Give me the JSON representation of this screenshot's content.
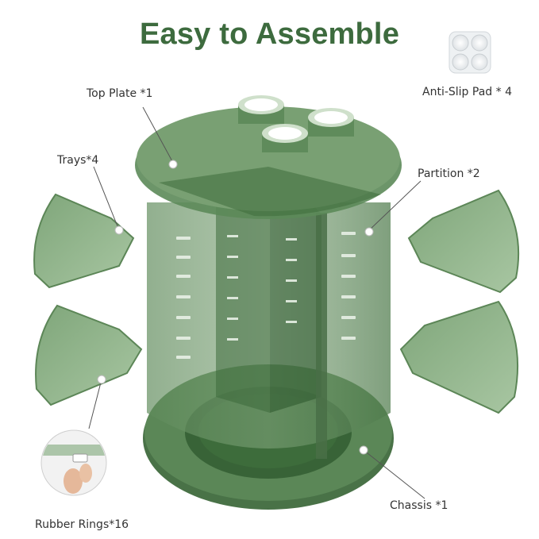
{
  "title": "Easy to Assemble",
  "labels": {
    "top_plate": "Top Plate *1",
    "trays": "Trays*4",
    "partition": "Partition *2",
    "anti_slip": "Anti-Slip Pad * 4",
    "chassis": "Chassis *1",
    "rubber_rings": "Rubber Rings*16"
  },
  "colors": {
    "title": "#3d6b3e",
    "acrylic": "#4f7a4c",
    "acrylic_dark": "#2f5330",
    "acrylic_light": "#a3c19c",
    "callout": "#555555"
  }
}
